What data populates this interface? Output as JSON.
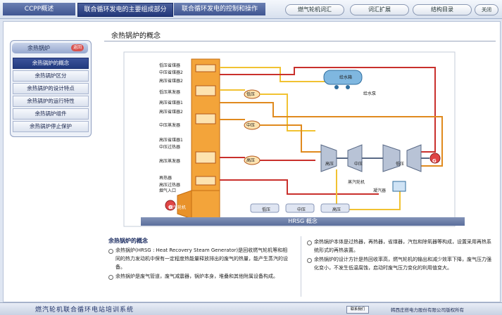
{
  "top_tabs": [
    "CCPP概述",
    "联合循环发电的主要组成部分",
    "联合循环发电的控制和操作"
  ],
  "top_buttons": [
    "燃气轮机词汇",
    "词汇扩展",
    "结构目录"
  ],
  "close_label": "关闭",
  "page_title": "余热锅炉的概念",
  "sidebar": {
    "header": "余热锅炉",
    "header_btn": "返回",
    "items": [
      "余热锅炉的概念",
      "余热锅炉区分",
      "余热锅炉的设计特点",
      "余热锅炉的运行特性",
      "余热锅炉组件",
      "余热锅炉停止保护"
    ]
  },
  "diagram": {
    "left_labels": [
      "低压省煤器",
      "中压省煤器2",
      "高压省煤器2",
      "低压蒸发器",
      "高压省煤器1",
      "高压省煤器2",
      "中压蒸发器",
      "高压省煤器1",
      "中压过热器",
      "高压蒸发器",
      "再热器",
      "高压过热器",
      "烟气入口",
      "燃气轮机"
    ],
    "drums": [
      "低压",
      "中压",
      "高压"
    ],
    "water_tank": "给水箱",
    "feed_pump": "给水泵",
    "turbine_labels": [
      "高压",
      "中压",
      "低压"
    ],
    "steam_turbine": "蒸汽轮机",
    "condenser": "凝汽器",
    "generator": "G",
    "legend": [
      "低压",
      "中压",
      "高压"
    ],
    "caption": "HRSG 概念",
    "colors": {
      "high": "#c9302c",
      "mid": "#e08a1e",
      "low": "#f1c232",
      "boiler": "#f3a43a"
    }
  },
  "text": {
    "heading": "余热锅炉的概念",
    "p1": "余热锅炉(HRSG : Heat Recovery Steam Generator)是回收燃气轮机等和相同的热力发动机中保有一定程度热能量释放排出的废气的热量，能产生蒸汽的设备。",
    "p2": "余热锅炉是废气管道，废气减震器，锅炉本身，堆叠和其他附属设备构成。",
    "p3": "余热锅炉本体是过热器，再热器，省煤器，汽包和除氧器等构成，设置采用再热系统形式的再热装置。",
    "p4": "余热锅炉的设计方针是热回收率高，燃气轮机的输出和减少效率下降，废气压力强化变小，不发生低温腐蚀，启动时废气压力变化的利用值变大。"
  },
  "footer": {
    "name": "燃汽轮机联合循环电站培训系统",
    "contact": "联系我们",
    "copyright": "韩西庄搭电力股份有限公司版权所有"
  }
}
